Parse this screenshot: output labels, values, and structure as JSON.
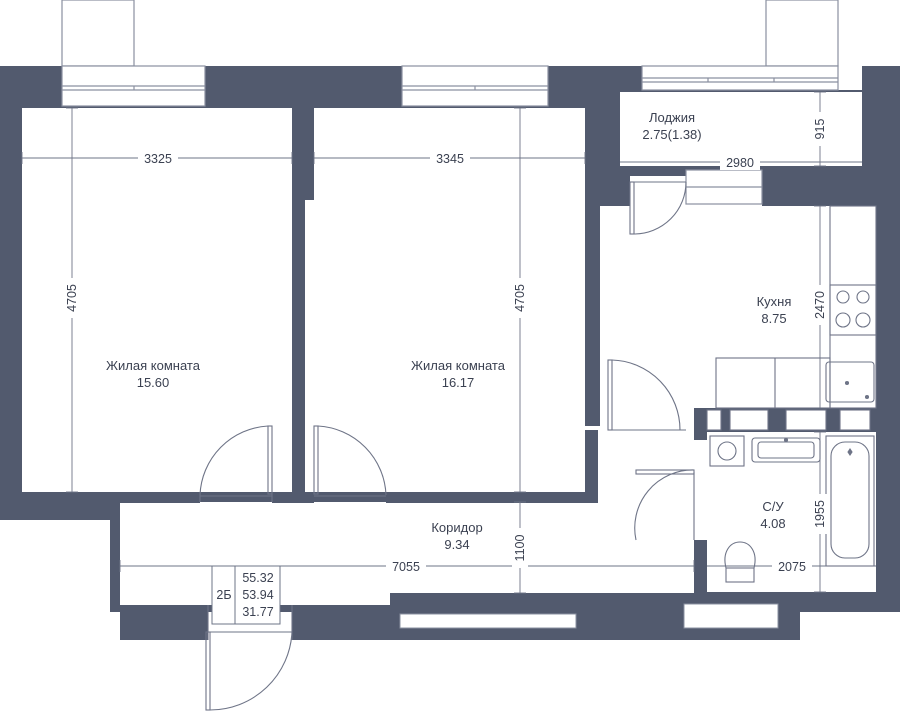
{
  "colors": {
    "wall": "#525a6e",
    "line": "#6e7487",
    "window": "#8a90a0",
    "text": "#3b4151"
  },
  "rooms": {
    "living1": {
      "name": "Жилая комната",
      "area": "15.60"
    },
    "living2": {
      "name": "Жилая комната",
      "area": "16.17"
    },
    "loggia": {
      "name": "Лоджия",
      "area": "2.75(1.38)"
    },
    "kitchen": {
      "name": "Кухня",
      "area": "8.75"
    },
    "corridor": {
      "name": "Коридор",
      "area": "9.34"
    },
    "bathroom": {
      "name": "С/У",
      "area": "4.08"
    }
  },
  "dimensions": {
    "living1_width": "3325",
    "living1_height": "4705",
    "living2_width": "3345",
    "living2_height": "4705",
    "loggia_width": "2980",
    "loggia_height": "915",
    "kitchen_height": "2470",
    "corridor_width": "7055",
    "corridor_height": "1100",
    "bathroom_width": "2075",
    "bathroom_height": "1955"
  },
  "summary_box": {
    "type": "2Б",
    "area_total": "55.32",
    "area_2": "53.94",
    "area_living": "31.77"
  },
  "fixtures": [
    "stove-icon",
    "kitchen-sink-icon",
    "washing-machine-icon",
    "washbasin-icon",
    "bathtub-icon",
    "toilet-icon"
  ]
}
